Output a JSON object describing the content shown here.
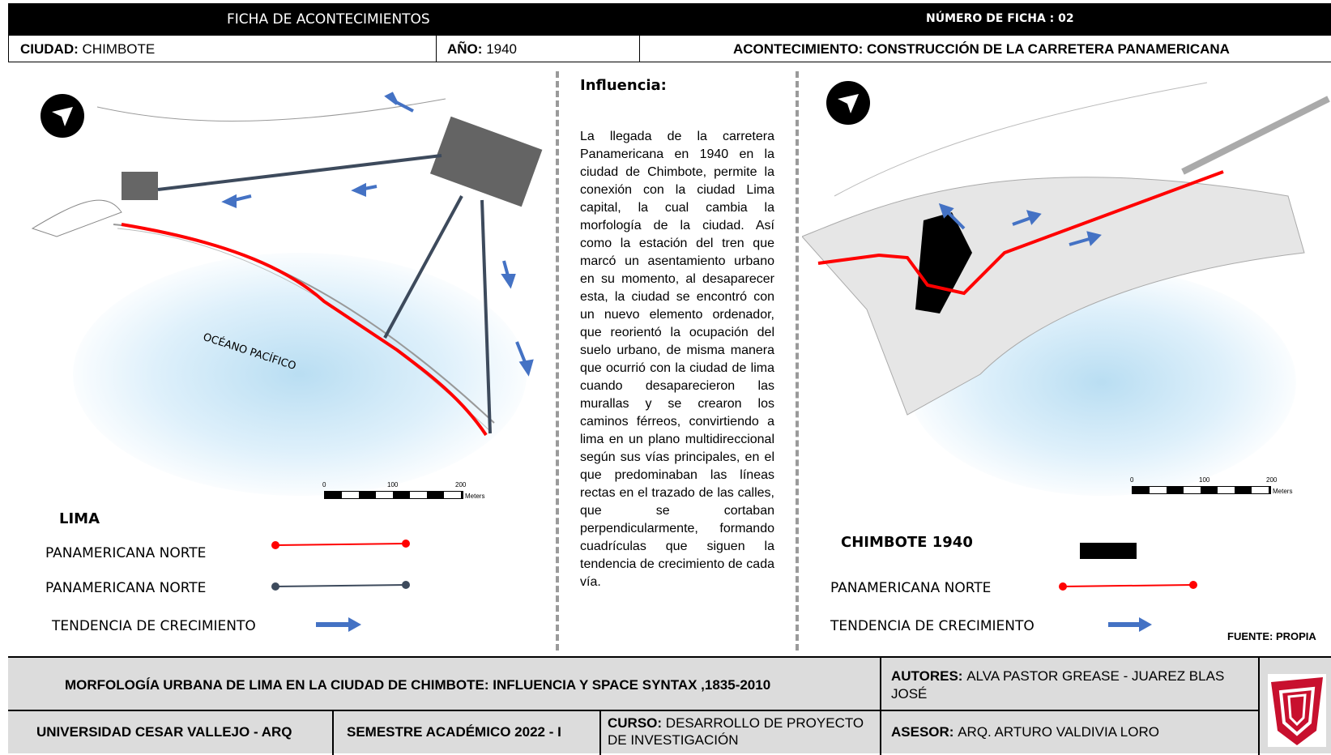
{
  "header": {
    "title": "FICHA DE ACONTECIMIENTOS",
    "number": "NÚMERO DE FICHA : 02"
  },
  "info": {
    "ciudad_label": "CIUDAD:",
    "ciudad_value": "CHIMBOTE",
    "anio_label": "AÑO:",
    "anio_value": "1940",
    "acontecimiento_label": "ACONTECIMIENTO:",
    "acontecimiento_value": "CONSTRUCCIÓN DE LA CARRETERA PANAMERICANA"
  },
  "left_map": {
    "ocean_label": "OCÉANO PACÍFICO",
    "scale": {
      "t0": "0",
      "t1": "100",
      "t2": "200",
      "unit": "Meters"
    },
    "legend_title": "LIMA",
    "legend_items": [
      "PANAMERICANA NORTE",
      "PANAMERICANA NORTE",
      "TENDENCIA DE CRECIMIENTO"
    ],
    "colors": {
      "red_line": "#ff0000",
      "dark_line": "#3d4a5c",
      "arrow": "#4472c4"
    }
  },
  "influencia": {
    "title": "Influencia:",
    "text": "La llegada de la carretera Panamericana en 1940 en la ciudad de Chimbote, permite la conexión con la ciudad Lima capital, la cual cambia la morfología de la ciudad. Así como la estación del tren que marcó un asentamiento urbano en su momento, al desaparecer esta, la ciudad se encontró con un nuevo elemento ordenador, que reorientó la ocupación del suelo urbano, de misma manera que ocurrió con la ciudad de lima cuando desaparecieron las murallas y se crearon los caminos férreos, convirtiendo a lima en un plano multidireccional según sus vías principales, en el que predominaban las líneas rectas en el trazado de las calles, que se cortaban perpendicularmente, formando cuadrículas que siguen la tendencia de crecimiento de cada vía."
  },
  "right_map": {
    "scale": {
      "t0": "0",
      "t1": "100",
      "t2": "200",
      "unit": "Meters"
    },
    "legend_title": "CHIMBOTE 1940",
    "legend_items": [
      "PANAMERICANA NORTE",
      "TENDENCIA DE CRECIMIENTO"
    ],
    "source": "FUENTE: PROPIA"
  },
  "footer": {
    "thesis": "MORFOLOGÍA URBANA DE LIMA EN LA CIUDAD DE CHIMBOTE: INFLUENCIA Y SPACE SYNTAX ,1835-2010",
    "autores_label": "AUTORES:",
    "autores_value": "ALVA PASTOR GREASE - JUAREZ BLAS JOSÉ",
    "university": "UNIVERSIDAD CESAR VALLEJO - ARQ",
    "semestre": "SEMESTRE ACADÉMICO 2022 - I",
    "curso_label": "CURSO:",
    "curso_value": "DESARROLLO DE PROYECTO DE INVESTIGACIÓN",
    "asesor_label": "ASESOR:",
    "asesor_value": "ARQ. ARTURO VALDIVIA LORO"
  }
}
